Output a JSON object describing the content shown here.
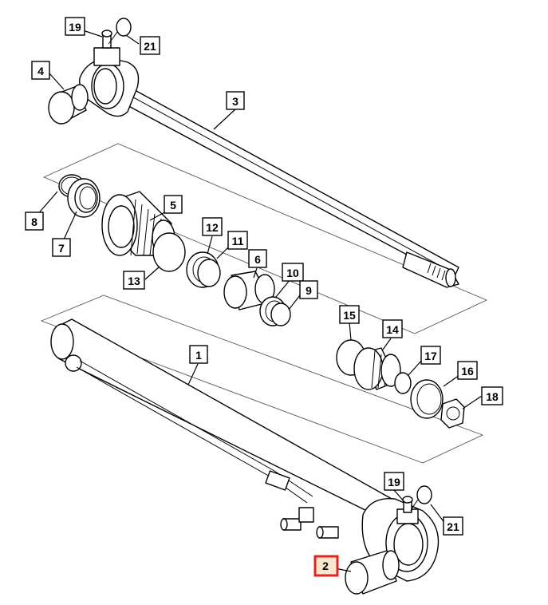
{
  "callouts": {
    "c19_top": "19",
    "c21_top": "21",
    "c4": "4",
    "c3": "3",
    "c8": "8",
    "c7": "7",
    "c5": "5",
    "c12": "12",
    "c11": "11",
    "c13": "13",
    "c6": "6",
    "c10": "10",
    "c9": "9",
    "c15": "15",
    "c14": "14",
    "c17": "17",
    "c16": "16",
    "c18": "18",
    "c1": "1",
    "c19_bottom": "19",
    "c21_bottom": "21",
    "c2": "2"
  },
  "colors": {
    "highlight_border": "#e0241f",
    "highlight_fill": "#f8e6cf"
  }
}
